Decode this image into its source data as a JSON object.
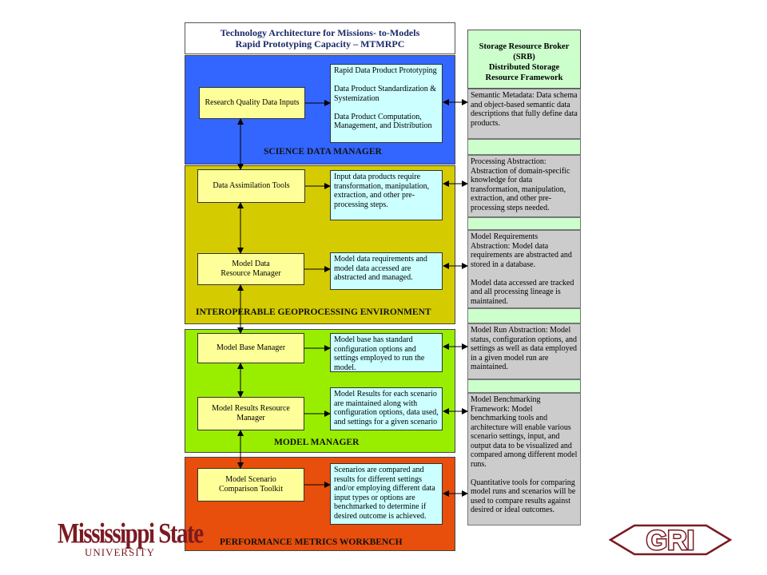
{
  "title": {
    "line1": "Technology Architecture for Missions- to-Models",
    "line2": "Rapid Prototyping Capacity – MTMRPC"
  },
  "bands": {
    "science": "SCIENCE DATA MANAGER",
    "interop": "INTEROPERABLE GEOPROCESSING ENVIRONMENT",
    "model": "MODEL MANAGER",
    "perf": "PERFORMANCE METRICS WORKBENCH"
  },
  "nodes": {
    "research": "Research Quality Data Inputs",
    "assimilation": "Data Assimilation Tools",
    "model_data_rm": "Model Data\nResource Manager",
    "model_base": "Model Base Manager",
    "model_results": "Model Results Resource\nManager",
    "scenario": "Model Scenario\nComparison Toolkit"
  },
  "details": {
    "science": "Rapid Data Product Prototyping\n\nData Product Standardization & Systemization\n\nData Product Computation, Management, and Distribution",
    "assimilation": "Input data products require transformation, manipulation, extraction, and other pre-processing steps.",
    "model_data_rm": "Model data requirements and model data accessed are abstracted and managed.",
    "model_base": "Model base has standard configuration options and settings employed to run the model.",
    "model_results": "Model Results for each scenario are maintained along with configuration options, data used, and settings for a given scenario",
    "scenario": "Scenarios are compared and results for different settings and/or employing different data input types or options are benchmarked to determine if desired outcome is achieved."
  },
  "srb": {
    "header": "Storage Resource Broker\n(SRB)\nDistributed Storage\nResource Framework",
    "semantic": "Semantic Metadata: Data schema and object-based semantic data descriptions that fully define data products.",
    "processing": "Processing Abstraction: Abstraction of domain-specific knowledge for data transformation, manipulation, extraction, and other pre-processing steps needed.",
    "model_req": "Model Requirements Abstraction: Model data requirements are abstracted and stored in a database.\n\nModel data accessed are tracked and all processing lineage is maintained.",
    "model_run": "Model Run Abstraction: Model status, configuration options, and settings as well as data employed in a given model run are maintained.",
    "benchmark": "Model Benchmarking Framework: Model benchmarking tools and architecture will enable various scenario settings, input, and output data to be visualized and compared among different model runs.\n\nQuantitative tools for comparing model runs and scenarios will be used to compare results against desired or ideal outcomes."
  },
  "logos": {
    "msu_main": "Mississippi State",
    "msu_sub": "UNIVERSITY",
    "gri": "GRI"
  },
  "colors": {
    "science_band": "#3366ff",
    "interop_band": "#d4cc00",
    "model_band": "#99ee00",
    "perf_band": "#e84e0c",
    "node": "#ffff99",
    "detail": "#ccffff",
    "srb_head": "#ccffcc",
    "srb_item": "#cccccc",
    "msu_maroon": "#7a1a22"
  }
}
